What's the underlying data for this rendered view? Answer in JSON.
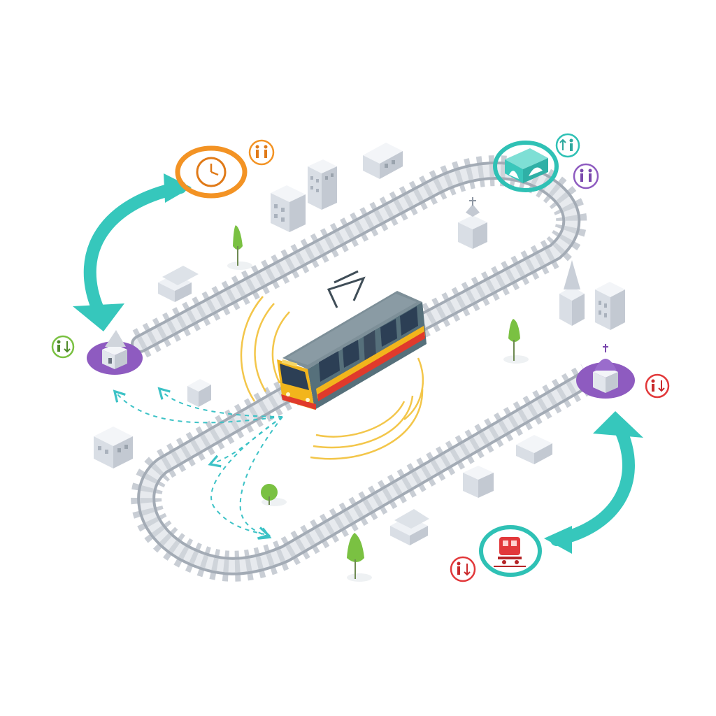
{
  "diagram": {
    "kind": "isometric-tram-route",
    "style": "flat isometric illustration, no text",
    "colors": {
      "background": "#ffffff",
      "rail": "#9aa3ad",
      "sleeper": "#c7ccd3",
      "sleeper_side": "#aeb4bc",
      "tram_body": "#56707b",
      "tram_roof": "#7d8f98",
      "tram_window": "#2c3f55",
      "tram_band_yellow": "#f2b51c",
      "tram_band_red": "#e03a2c",
      "signal_waves": "#f3c64a",
      "flow_arrow": "#36c7bc",
      "dashed_path": "#3cc2c6",
      "stop_purple": "#8e5bc0",
      "clock_orange": "#f39324",
      "bridge_teal": "#2fc1b5",
      "depot_red": "#e2383a",
      "tree_green": "#7ac142",
      "building_light": "#eef1f5",
      "building_mid": "#d8dde4",
      "building_dark": "#c3c9d2"
    }
  },
  "stops": [
    {
      "id": "west-station",
      "kind": "station",
      "accent": "purple",
      "icon": "chapel-icon",
      "badge": "board-alight-icon",
      "badge_color": "green"
    },
    {
      "id": "east-station",
      "kind": "station",
      "accent": "purple",
      "icon": "domed-church-icon",
      "badge": "board-alight-icon",
      "badge_color": "red"
    },
    {
      "id": "timetable",
      "kind": "schedule",
      "accent": "orange",
      "icon": "clock-icon",
      "badge": "passengers-icon",
      "badge_color": "orange"
    },
    {
      "id": "bridge-stop",
      "kind": "stop",
      "accent": "teal",
      "icon": "bridge-icon",
      "badge": "passenger-boarding-icon",
      "badge_color": "teal",
      "badge_2": "passengers-icon",
      "badge_2_color": "purple"
    },
    {
      "id": "depot",
      "kind": "depot",
      "accent": "teal",
      "icon": "tram-depot-icon",
      "badge": "board-alight-icon",
      "badge_color": "red"
    }
  ],
  "vehicle": {
    "type": "tram",
    "icon": "tram-icon",
    "pantograph": true,
    "signal": "wireless-signal-icon"
  },
  "flows": [
    {
      "id": "cycle-west",
      "icon": "curved-arrow-icon",
      "from": "timetable",
      "to": "west-station"
    },
    {
      "id": "cycle-east",
      "icon": "curved-arrow-icon",
      "from": "depot",
      "to": "east-station"
    }
  ]
}
